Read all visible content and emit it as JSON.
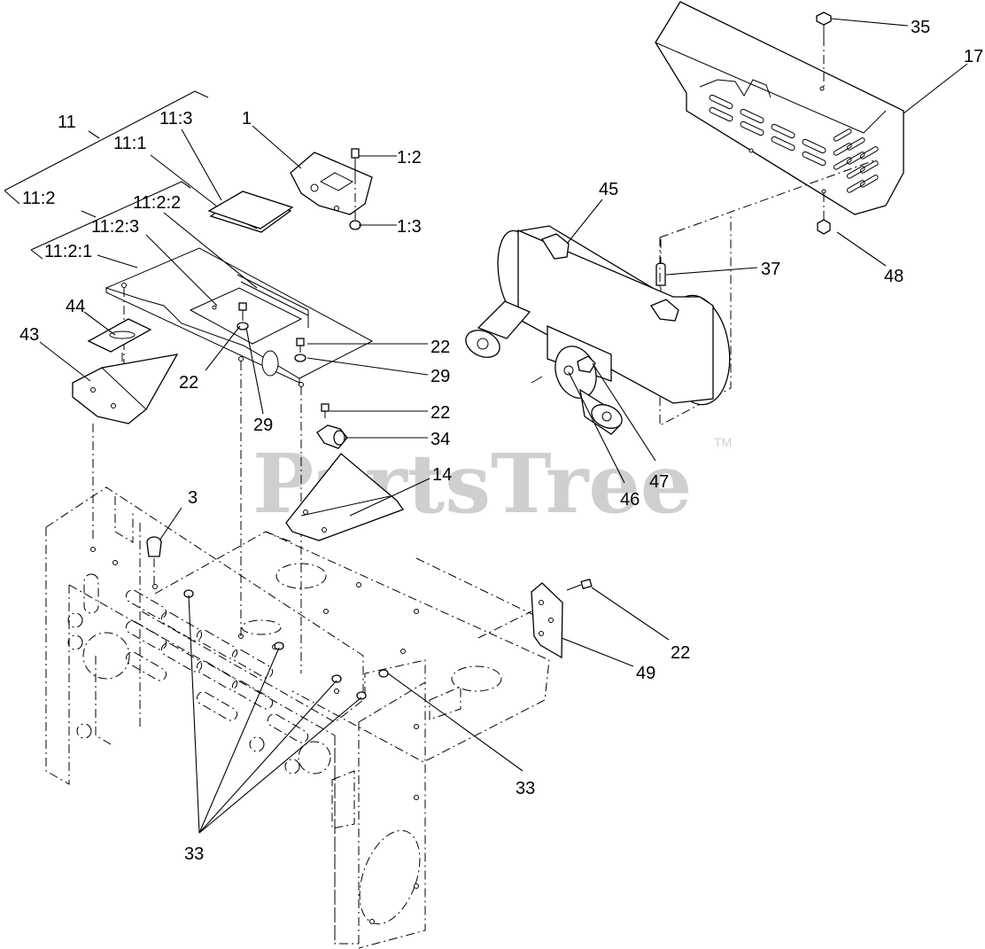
{
  "watermark": {
    "text": "PartsTree",
    "trademark": "TM"
  },
  "callouts": [
    {
      "id": "c-11",
      "text": "11"
    },
    {
      "id": "c-11-3",
      "text": "11:3"
    },
    {
      "id": "c-11-1",
      "text": "11:1"
    },
    {
      "id": "c-11-2",
      "text": "11:2"
    },
    {
      "id": "c-11-2-2",
      "text": "11:2:2"
    },
    {
      "id": "c-11-2-3",
      "text": "11:2:3"
    },
    {
      "id": "c-11-2-1",
      "text": "11:2:1"
    },
    {
      "id": "c-1",
      "text": "1"
    },
    {
      "id": "c-1-2",
      "text": "1:2"
    },
    {
      "id": "c-1-3",
      "text": "1:3"
    },
    {
      "id": "c-44",
      "text": "44"
    },
    {
      "id": "c-43",
      "text": "43"
    },
    {
      "id": "c-22a",
      "text": "22"
    },
    {
      "id": "c-29a",
      "text": "29"
    },
    {
      "id": "c-22b",
      "text": "22"
    },
    {
      "id": "c-29b",
      "text": "29"
    },
    {
      "id": "c-22c",
      "text": "22"
    },
    {
      "id": "c-34",
      "text": "34"
    },
    {
      "id": "c-14",
      "text": "14"
    },
    {
      "id": "c-3",
      "text": "3"
    },
    {
      "id": "c-35",
      "text": "35"
    },
    {
      "id": "c-17",
      "text": "17"
    },
    {
      "id": "c-45",
      "text": "45"
    },
    {
      "id": "c-37",
      "text": "37"
    },
    {
      "id": "c-48",
      "text": "48"
    },
    {
      "id": "c-47",
      "text": "47"
    },
    {
      "id": "c-46",
      "text": "46"
    },
    {
      "id": "c-22d",
      "text": "22"
    },
    {
      "id": "c-49",
      "text": "49"
    },
    {
      "id": "c-33a",
      "text": "33"
    },
    {
      "id": "c-33b",
      "text": "33"
    }
  ]
}
